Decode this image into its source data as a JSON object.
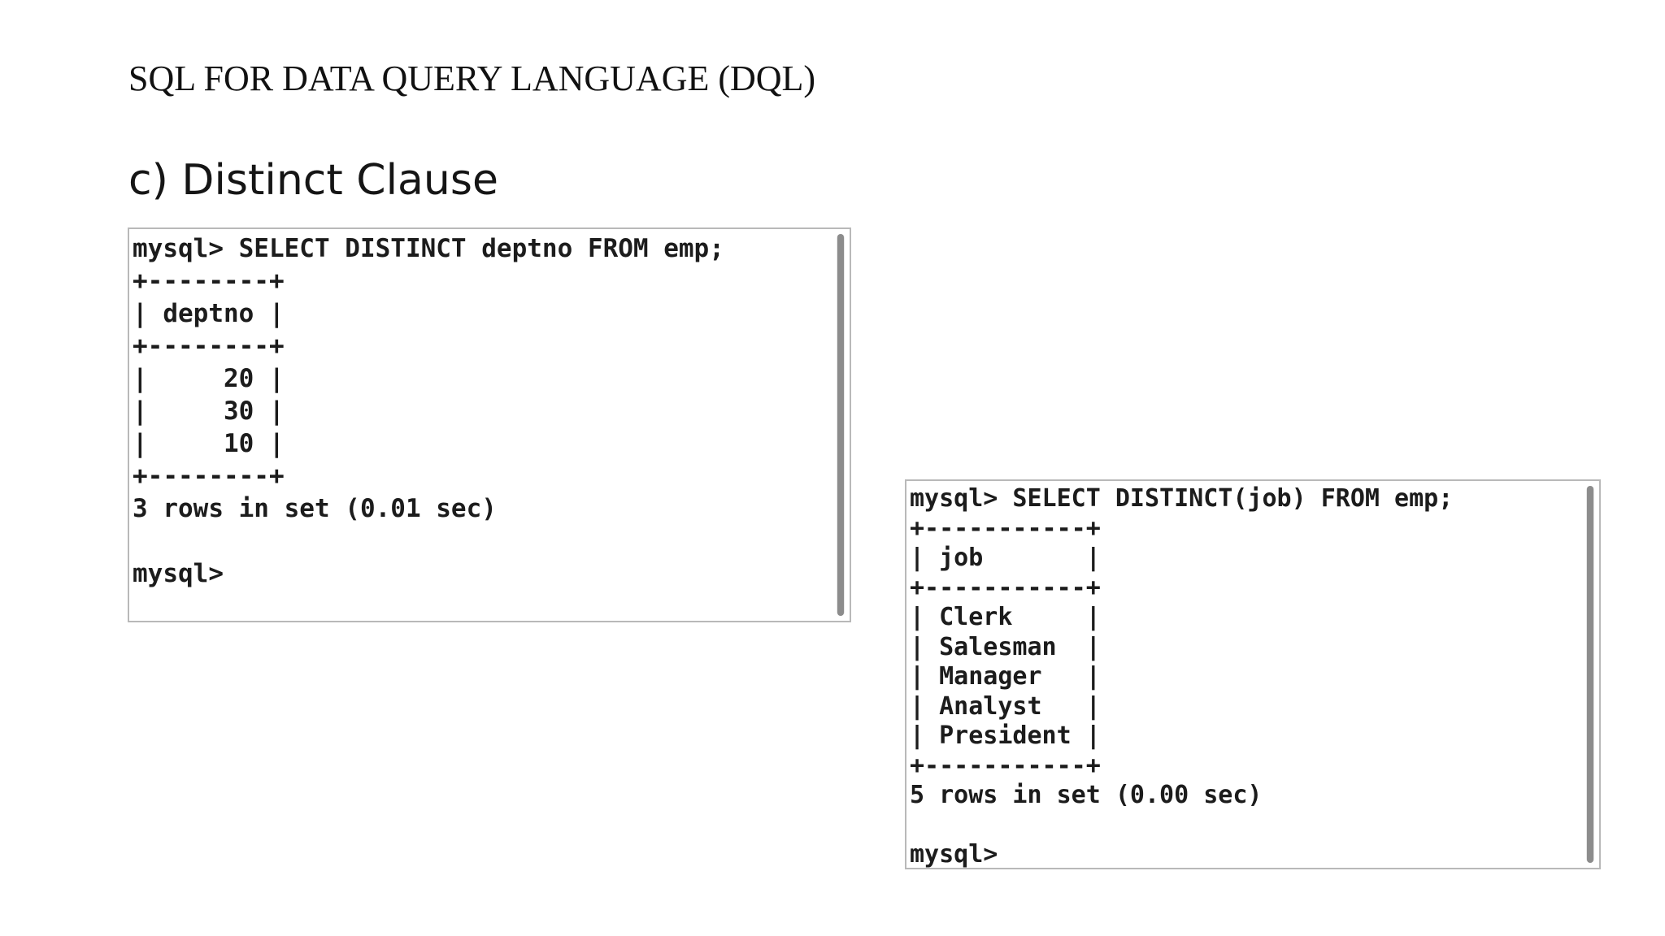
{
  "slide": {
    "heading": "SQL FOR DATA QUERY LANGUAGE (DQL)",
    "subheading": "c) Distinct Clause"
  },
  "terminals": [
    {
      "lines": [
        "mysql> SELECT DISTINCT deptno FROM emp;",
        "+--------+",
        "| deptno |",
        "+--------+",
        "|     20 |",
        "|     30 |",
        "|     10 |",
        "+--------+",
        "3 rows in set (0.01 sec)",
        "",
        "mysql>"
      ]
    },
    {
      "lines": [
        "mysql> SELECT DISTINCT(job) FROM emp;",
        "+-----------+",
        "| job       |",
        "+-----------+",
        "| Clerk     |",
        "| Salesman  |",
        "| Manager   |",
        "| Analyst   |",
        "| President |",
        "+-----------+",
        "5 rows in set (0.00 sec)",
        "",
        "mysql>"
      ]
    }
  ],
  "colors": {
    "text": "#111111",
    "terminal_text": "#1c1c1c",
    "terminal_border": "#b9b9b9",
    "scrollbar_thumb": "#8c8c8c"
  }
}
